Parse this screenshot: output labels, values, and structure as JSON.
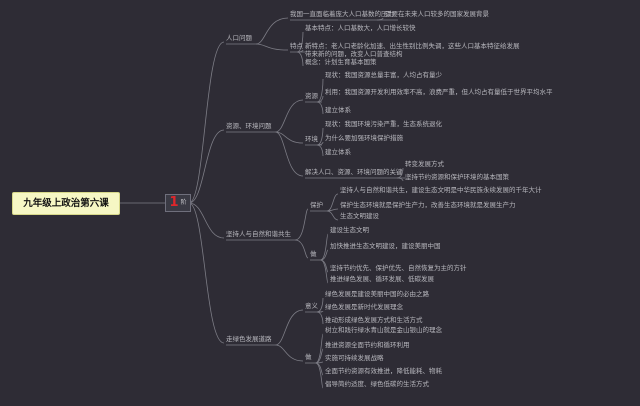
{
  "root": "九年级上政治第六课",
  "number": "1",
  "number_suffix": "阶",
  "branches": [
    {
      "label": "人口问题",
      "children": [
        {
          "label": "我国一直面临着庞大人口基数的压力",
          "children": [
            "需要在未来人口较多的国家发展背景"
          ]
        },
        {
          "label": "特点",
          "children": [
            "基本特点：人口基数大，人口增长较快",
            "新特点：老人口老龄化加速、出生性别比例失调，这些人口基本特征给发展带来新的问题，改变人口普查结构",
            "概念：计划生育基本国策"
          ]
        }
      ]
    },
    {
      "label": "资源、环境问题",
      "children": [
        {
          "label": "资源",
          "children": [
            "现状：我国资源总量丰富，人均占有量少",
            "利用：我国资源开发利用效率不高，浪费严重，但人均占有量低于世界平均水平",
            "建立体系"
          ]
        },
        {
          "label": "环境",
          "children": [
            "现状：我国环境污染严重，生态系统退化",
            "为什么要加强环境保护措施",
            "建立体系"
          ]
        },
        {
          "label": "解决人口、资源、环境问题的关键",
          "children": [
            "转变发展方式",
            "坚持节约资源和保护环境的基本国策"
          ]
        }
      ]
    },
    {
      "label": "坚持人与自然和谐共生",
      "children": [
        {
          "label": "保护",
          "children": [
            "坚持人与自然和谐共生，建设生态文明是中华民族永续发展的千年大计",
            "保护生态环境就是保护生产力，改善生态环境就是发展生产力",
            "生态文明建设"
          ]
        },
        {
          "label": "做",
          "children": [
            "建设生态文明",
            "加快推进生态文明建设，建设美丽中国",
            "坚持节约优先、保护优先、自然恢复为主的方针",
            "推进绿色发展、循环发展、低碳发展"
          ]
        }
      ]
    },
    {
      "label": "走绿色发展道路",
      "children": [
        {
          "label": "意义",
          "children": [
            "绿色发展是建设美丽中国的必由之路",
            "绿色发展是新时代发展理念",
            "推动形成绿色发展方式和生活方式"
          ]
        },
        {
          "label": "做",
          "children": [
            "树立和践行绿水青山就是金山银山的理念",
            "推进资源全面节约和循环利用",
            "实施可持续发展战略",
            "全面节约资源有效推进，降低能耗、物耗",
            "倡导简约适度、绿色低碳的生活方式"
          ]
        }
      ]
    }
  ]
}
